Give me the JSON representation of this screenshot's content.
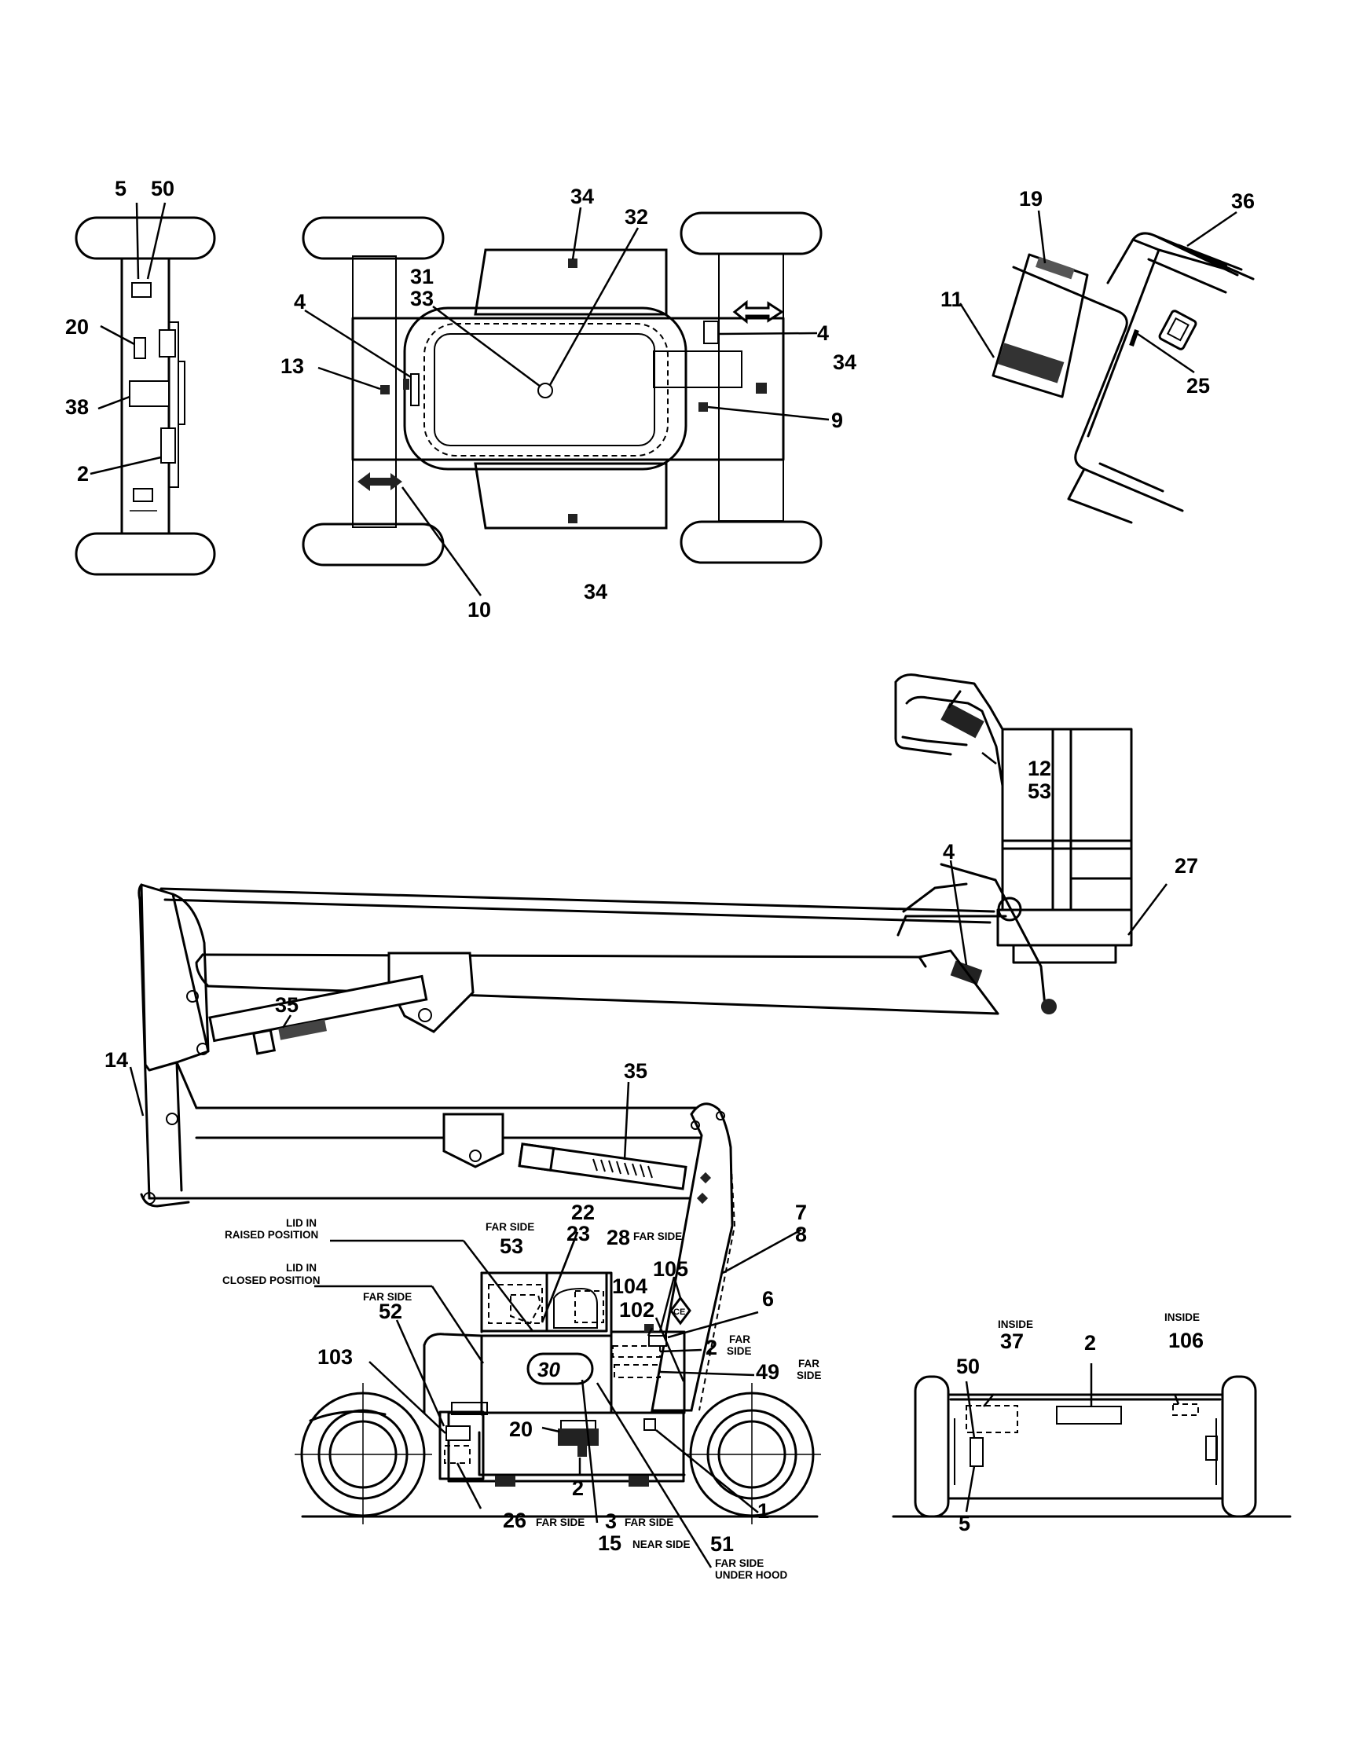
{
  "callouts": {
    "c5_tl": "5",
    "c50_tl": "50",
    "c20_tl": "20",
    "c38": "38",
    "c2_tl": "2",
    "c34_top": "34",
    "c32": "32",
    "c31": "31",
    "c33": "33",
    "c4_l": "4",
    "c13": "13",
    "c4_r": "4",
    "c34_r": "34",
    "c9": "9",
    "c34_bot": "34",
    "c10": "10",
    "c19": "19",
    "c36": "36",
    "c11": "11",
    "c25": "25",
    "c12": "12",
    "c53_top": "53",
    "c4_boom": "4",
    "c27": "27",
    "c35_upper": "35",
    "c14": "14",
    "c35_lower": "35",
    "c7": "7",
    "c8": "8",
    "c22": "22",
    "c23": "23",
    "c53_mid": "53",
    "c28": "28",
    "c105": "105",
    "c104": "104",
    "c102": "102",
    "c6": "6",
    "c2_far": "2",
    "c49": "49",
    "c52": "52",
    "c103": "103",
    "c20_mid": "20",
    "c2_mid": "2",
    "c26": "26",
    "c3": "3",
    "c15": "15",
    "c51": "51",
    "c1": "1",
    "c37": "37",
    "c106": "106",
    "c50_br": "50",
    "c2_br": "2",
    "c5_br": "5"
  },
  "notes": {
    "lid_raised_1": "LID IN",
    "lid_raised_2": "RAISED POSITION",
    "lid_closed_1": "LID IN",
    "lid_closed_2": "CLOSED POSITION",
    "far_side_53": "FAR SIDE",
    "far_side_28": "FAR SIDE",
    "far_side_52": "FAR SIDE",
    "far_side_2a": "FAR",
    "far_side_2b": "SIDE",
    "far_side_49a": "FAR",
    "far_side_49b": "SIDE",
    "far_side_26": "FAR SIDE",
    "far_side_3": "FAR SIDE",
    "near_side_15": "NEAR SIDE",
    "far_side_51": "FAR SIDE",
    "under_hood_51": "UNDER HOOD",
    "inside_37": "INSIDE",
    "inside_106": "INSIDE",
    "decal_ce": "CE",
    "logo_30": "30"
  }
}
